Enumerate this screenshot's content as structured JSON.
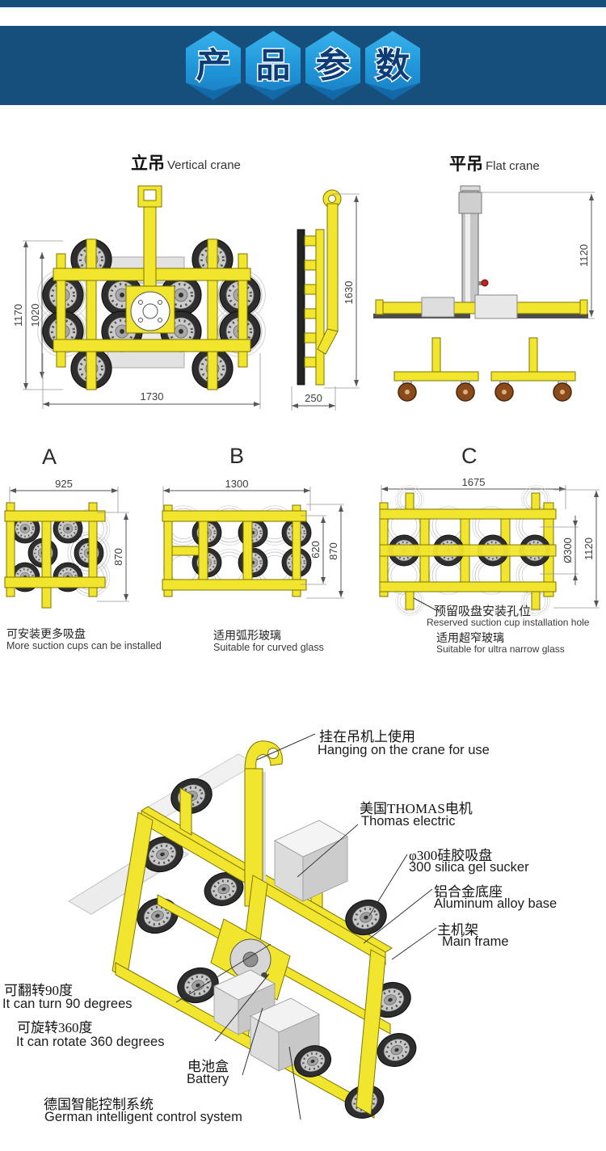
{
  "banner": {
    "chars": [
      "产",
      "品",
      "参",
      "数"
    ]
  },
  "colors": {
    "banner_blue": "#164e7c",
    "badge_blue": "#1f95d8",
    "machine_yellow": "#f2e52e"
  },
  "vertical_crane": {
    "title_zh": "立吊",
    "title_en": "Vertical crane",
    "dim_outer_height": "1170",
    "dim_inner_height": "1020",
    "dim_width": "1730",
    "dim_side_height": "1630",
    "dim_side_depth": "250"
  },
  "flat_crane": {
    "title_zh": "平吊",
    "title_en": "Flat crane",
    "dim_height": "1120"
  },
  "variant_a": {
    "label": "A",
    "dim_width": "925",
    "dim_height": "870",
    "caption_zh": "可安装更多吸盘",
    "caption_en": "More suction cups can be installed"
  },
  "variant_b": {
    "label": "B",
    "dim_width": "1300",
    "dim_inner_height": "620",
    "dim_height": "870",
    "caption_zh": "适用弧形玻璃",
    "caption_en": "Suitable for curved glass"
  },
  "variant_c": {
    "label": "C",
    "dim_width": "1675",
    "dim_cup_diameter": "Ø300",
    "dim_height": "1120",
    "note_zh": "预留吸盘安装孔位",
    "note_en": "Reserved suction cup installation hole",
    "caption_zh": "适用超窄玻璃",
    "caption_en": "Suitable for ultra narrow glass"
  },
  "callouts": {
    "hanging": {
      "zh": "挂在吊机上使用",
      "en": "Hanging on the crane for use"
    },
    "motor": {
      "zh": "美国THOMAS电机",
      "en": "Thomas electric"
    },
    "sucker": {
      "zh": "φ300硅胶吸盘",
      "en": "300 silica gel sucker"
    },
    "base": {
      "zh": "铝合金底座",
      "en": "Aluminum alloy base"
    },
    "mainframe": {
      "zh": "主机架",
      "en": "Main frame"
    },
    "turn90": {
      "zh": "可翻转90度",
      "en": "It can turn 90 degrees"
    },
    "rotate360": {
      "zh": "可旋转360度",
      "en": "It can rotate 360 degrees"
    },
    "battery": {
      "zh": "电池盒",
      "en": "Battery"
    },
    "control": {
      "zh": "德国智能控制系统",
      "en": "German intelligent control system"
    }
  }
}
